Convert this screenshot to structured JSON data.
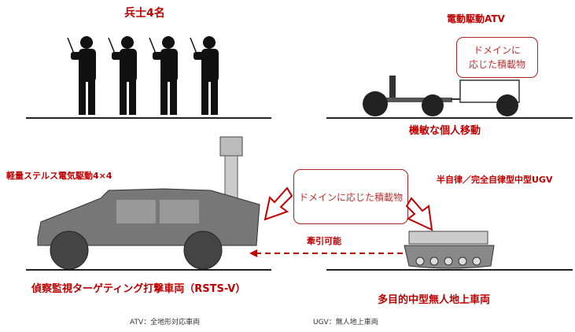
{
  "top_left": {
    "title": "兵士4名"
  },
  "top_right": {
    "title": "電動駆動ATV",
    "payload_box": "ドメインに\n応じた積載物",
    "caption": "機敏な個人移動"
  },
  "bottom_left": {
    "label": "軽量ステルス電気駆動4×4",
    "caption": "偵察監視ターゲティング打撃車両（RSTS-V）"
  },
  "center": {
    "payload_box": "ドメインに応じた積載物",
    "tow_label": "牽引可能"
  },
  "bottom_right": {
    "label": "半自律／完全自律型中型UGV",
    "caption": "多目的中型無人地上車両"
  },
  "footnotes": {
    "atv": "ATV：全地形対応車両",
    "ugv": "UGV：無人地上車両"
  },
  "colors": {
    "accent": "#c00000",
    "vehicle": "#6e6e6e"
  }
}
